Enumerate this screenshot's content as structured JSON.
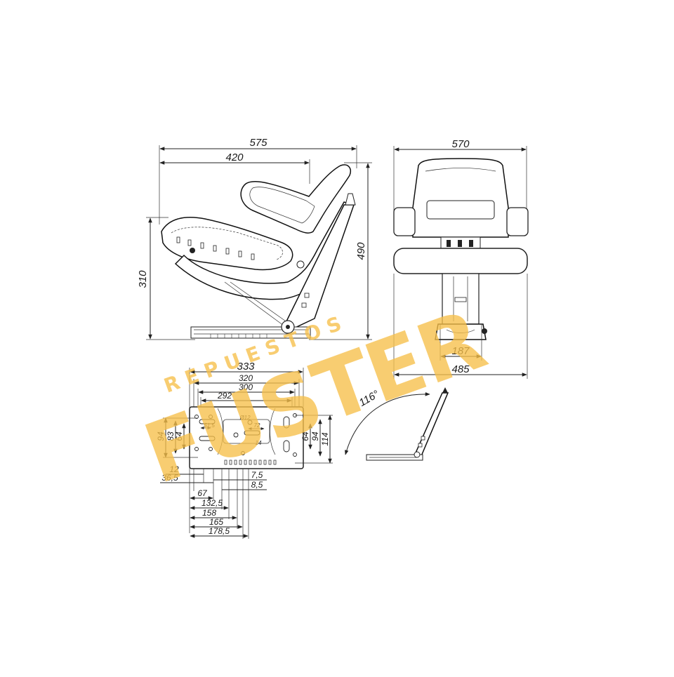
{
  "side_view": {
    "width_total": "575",
    "width_seat": "420",
    "height_seat": "310",
    "height_total": "490"
  },
  "front_view": {
    "width_top": "570",
    "width_base": "485",
    "width_mount": "187"
  },
  "base_plate": {
    "width_outer": "333",
    "width_320": "320",
    "width_300": "300",
    "width_292": "292",
    "hole_diameter": "Ø12",
    "spacing_51_5": "51,5",
    "spacing_72": "72",
    "spacing_14": "14",
    "left_94": "94",
    "left_83": "83",
    "left_64": "64",
    "right_64": "64",
    "right_94": "94",
    "right_114": "114",
    "bottom_12": "12",
    "bottom_36_5": "36,5",
    "bottom_7_5": "7,5",
    "bottom_8_5": "8,5",
    "bottom_67": "67",
    "bottom_132_5": "132,5",
    "bottom_158": "158",
    "bottom_165": "165",
    "bottom_178_5": "178,5"
  },
  "fold_view": {
    "angle": "116°"
  },
  "watermark": {
    "top_text": "REPUESTOS",
    "brand": "FUSTER",
    "color": "#f7c04a"
  }
}
